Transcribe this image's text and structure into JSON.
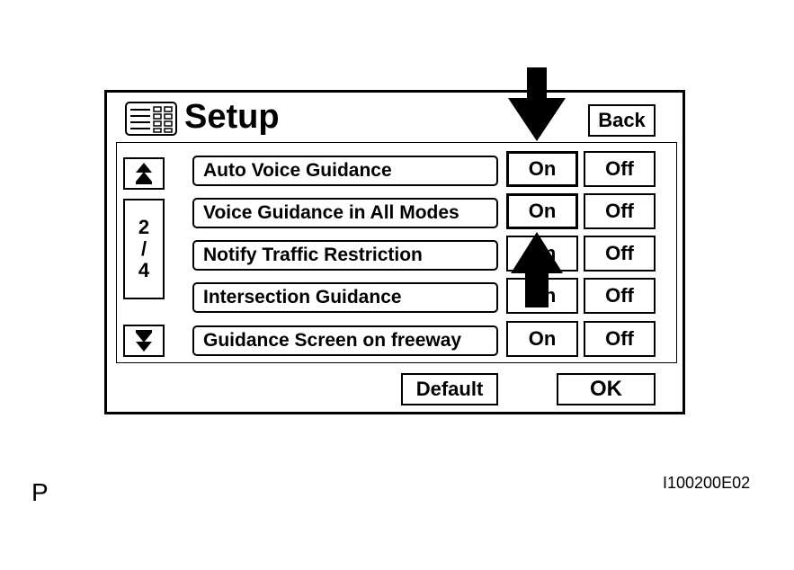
{
  "screen": {
    "title": "Setup",
    "back_label": "Back",
    "page_indicator": {
      "current": "2",
      "separator": "/",
      "total": "4"
    },
    "settings": [
      {
        "label": "Auto Voice Guidance",
        "on_label": "On",
        "off_label": "Off",
        "selected": "On"
      },
      {
        "label": "Voice Guidance in All Modes",
        "on_label": "On",
        "off_label": "Off",
        "selected": "On"
      },
      {
        "label": "Notify Traffic Restriction",
        "on_label": "On",
        "off_label": "Off",
        "selected": ""
      },
      {
        "label": "Intersection Guidance",
        "on_label": "On",
        "off_label": "Off",
        "selected": ""
      },
      {
        "label": "Guidance Screen on freeway",
        "on_label": "On",
        "off_label": "Off",
        "selected": ""
      }
    ],
    "default_label": "Default",
    "ok_label": "OK"
  },
  "corner_letter": "P",
  "figure_id": "I100200E02",
  "icons": [
    "menu-list-icon",
    "scroll-up-icon",
    "scroll-down-icon",
    "arrow-down-icon",
    "arrow-up-icon"
  ]
}
